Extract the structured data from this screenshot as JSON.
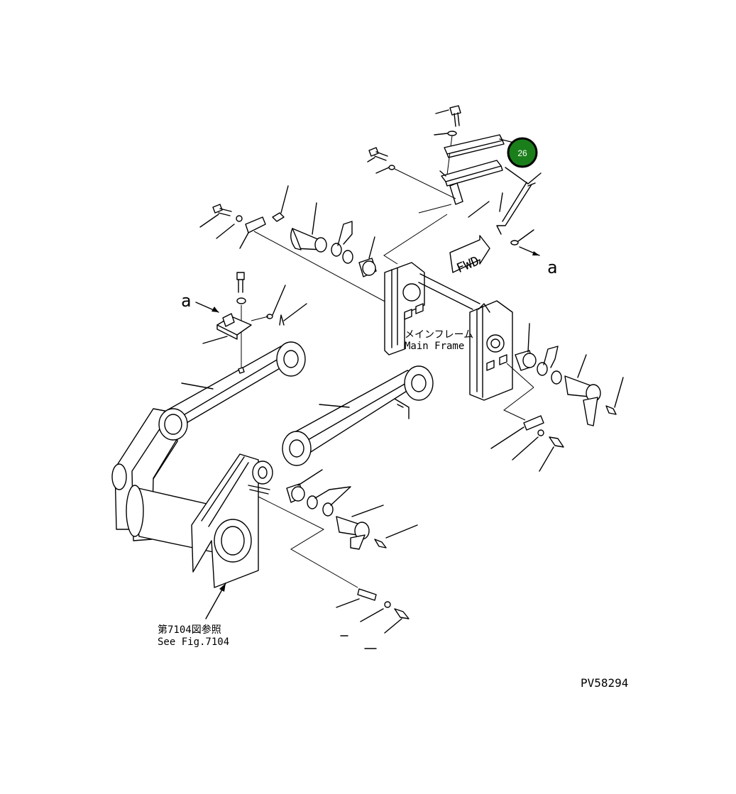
{
  "diagram": {
    "reference_id": "PV58294",
    "labels": {
      "main_frame_jp": "メインフレーム",
      "main_frame_en": "Main Frame",
      "see_fig_jp": "第7104図参照",
      "see_fig_en": "See Fig.7104",
      "fwd": "FWD",
      "ref_a": "a"
    },
    "callouts": [
      {
        "number": "26",
        "color": "#1a7f1a"
      }
    ]
  }
}
